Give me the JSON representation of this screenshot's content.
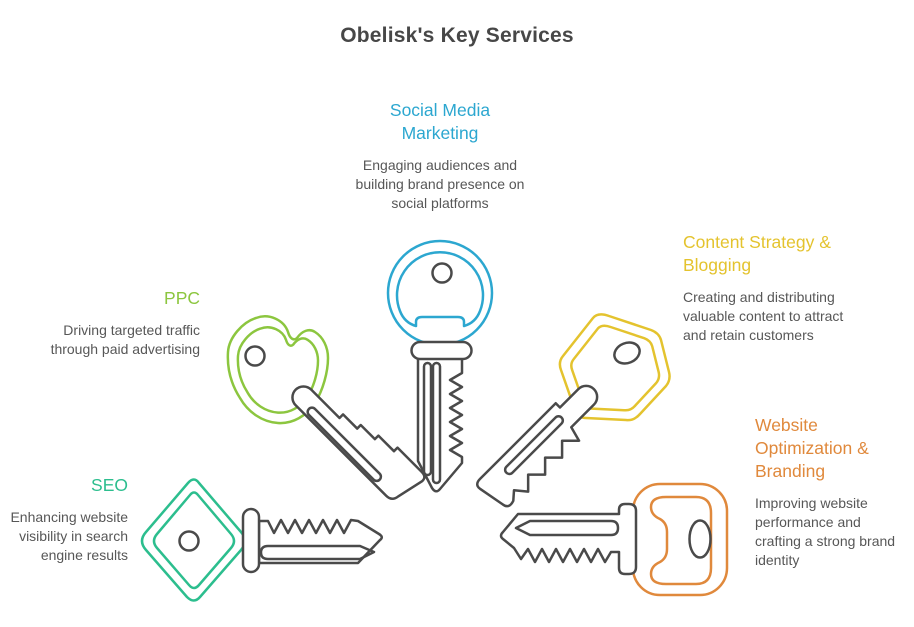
{
  "title": "Obelisk's Key Services",
  "colors": {
    "title_text": "#474747",
    "body_text": "#575757",
    "key_outline": "#4a4a4a",
    "social_media": "#2ca7d0",
    "ppc": "#8cc63f",
    "content_strategy": "#e4c32e",
    "seo": "#2cbe8e",
    "website_optimization": "#e0893c"
  },
  "services": [
    {
      "id": "social-media-marketing",
      "label": "Social Media Marketing",
      "description": "Engaging audiences and building brand presence on social platforms",
      "color": "#2ca7d0",
      "icon": "round-head-key-icon"
    },
    {
      "id": "ppc",
      "label": "PPC",
      "description": "Driving targeted traffic through paid advertising",
      "color": "#8cc63f",
      "icon": "clover-head-key-icon"
    },
    {
      "id": "content-strategy-blogging",
      "label": "Content Strategy & Blogging",
      "description": "Creating and distributing valuable content to attract and retain customers",
      "color": "#e4c32e",
      "icon": "hexagon-head-key-icon"
    },
    {
      "id": "seo",
      "label": "SEO",
      "description": "Enhancing website visibility in search engine results",
      "color": "#2cbe8e",
      "icon": "diamond-head-key-icon"
    },
    {
      "id": "website-optimization-branding",
      "label": "Website Optimization & Branding",
      "description": "Improving website performance and crafting a strong brand identity",
      "color": "#e0893c",
      "icon": "square-head-key-icon"
    }
  ]
}
